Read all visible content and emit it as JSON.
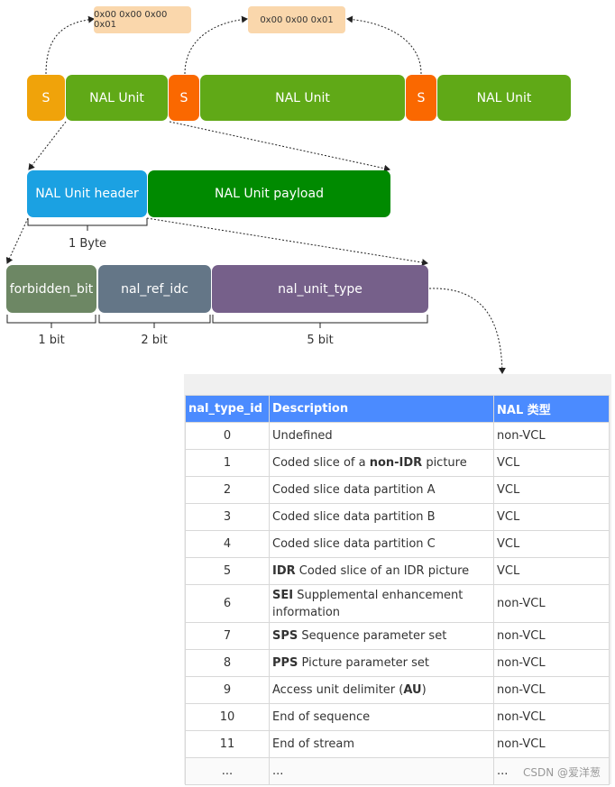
{
  "stream": {
    "start_code_label": "S",
    "nal_unit_label": "NAL Unit",
    "start_code_4": "0x00 0x00 0x00 0x01",
    "start_code_3": "0x00 0x00 0x01"
  },
  "nal_unit": {
    "header": "NAL Unit header",
    "payload": "NAL Unit payload",
    "header_size": "1 Byte"
  },
  "header_fields": [
    {
      "name": "forbidden_bit",
      "size": "1 bit"
    },
    {
      "name": "nal_ref_idc",
      "size": "2 bit"
    },
    {
      "name": "nal_unit_type",
      "size": "5 bit"
    }
  ],
  "table": {
    "headers": [
      "nal_type_id",
      "Description",
      "NAL 类型"
    ],
    "rows": [
      {
        "id": "0",
        "bold": "",
        "desc": "Undefined",
        "type": "non-VCL"
      },
      {
        "id": "1",
        "pre": "Coded slice of a ",
        "bold": "non-IDR",
        "desc": " picture",
        "type": "VCL"
      },
      {
        "id": "2",
        "bold": "",
        "desc": "Coded slice data partition A",
        "type": "VCL"
      },
      {
        "id": "3",
        "bold": "",
        "desc": "Coded slice data partition B",
        "type": "VCL"
      },
      {
        "id": "4",
        "bold": "",
        "desc": "Coded slice data partition C",
        "type": "VCL"
      },
      {
        "id": "5",
        "bold": "IDR",
        "desc": " Coded slice of an IDR picture",
        "type": "VCL"
      },
      {
        "id": "6",
        "bold": "SEI",
        "desc": " Supplemental enhancement information",
        "type": "non-VCL"
      },
      {
        "id": "7",
        "bold": "SPS",
        "desc": " Sequence parameter set",
        "type": "non-VCL"
      },
      {
        "id": "8",
        "bold": "PPS",
        "desc": " Picture parameter set",
        "type": "non-VCL"
      },
      {
        "id": "9",
        "pre": "Access unit delimiter (",
        "bold": "AU",
        "desc": ")",
        "type": "non-VCL"
      },
      {
        "id": "10",
        "bold": "",
        "desc": "End of sequence",
        "type": "non-VCL"
      },
      {
        "id": "11",
        "bold": "",
        "desc": "End of stream",
        "type": "non-VCL"
      },
      {
        "id": "...",
        "bold": "",
        "desc": "...",
        "type": "..."
      }
    ]
  },
  "watermark": "CSDN @爱洋葱",
  "colors": {
    "start_code_first": "#f0a30a",
    "start_code": "#fa6800",
    "nal_unit": "#60a917",
    "header": "#1ba1e2",
    "payload": "#008a00",
    "forbidden_bit": "#6d8764",
    "nal_ref_idc": "#647687",
    "nal_unit_type": "#76608a",
    "start_code_note": "#fad7ac",
    "table_header": "#4b8bff"
  }
}
